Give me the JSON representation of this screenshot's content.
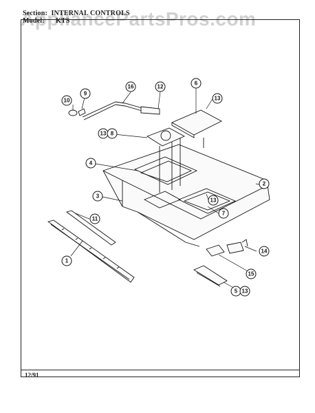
{
  "header": {
    "section_label": "Section:",
    "section_value": "INTERNAL CONTROLS",
    "model_label": "Model:",
    "model_value": "KTS"
  },
  "watermark": "AppliancePartsPros.com",
  "footer": {
    "date": "12/91"
  },
  "callouts": [
    {
      "id": "c10",
      "label": "10"
    },
    {
      "id": "c9",
      "label": "9"
    },
    {
      "id": "c16",
      "label": "16"
    },
    {
      "id": "c12",
      "label": "12"
    },
    {
      "id": "c6",
      "label": "6"
    },
    {
      "id": "c13a",
      "label": "13"
    },
    {
      "id": "c13b",
      "label": "13"
    },
    {
      "id": "c8",
      "label": "8"
    },
    {
      "id": "c4",
      "label": "4"
    },
    {
      "id": "c2",
      "label": "2"
    },
    {
      "id": "c3",
      "label": "3"
    },
    {
      "id": "c13c",
      "label": "13"
    },
    {
      "id": "c7",
      "label": "7"
    },
    {
      "id": "c11",
      "label": "11"
    },
    {
      "id": "c1",
      "label": "1"
    },
    {
      "id": "c14",
      "label": "14"
    },
    {
      "id": "c15",
      "label": "15"
    },
    {
      "id": "c5",
      "label": "5"
    },
    {
      "id": "c13d",
      "label": "13"
    }
  ]
}
